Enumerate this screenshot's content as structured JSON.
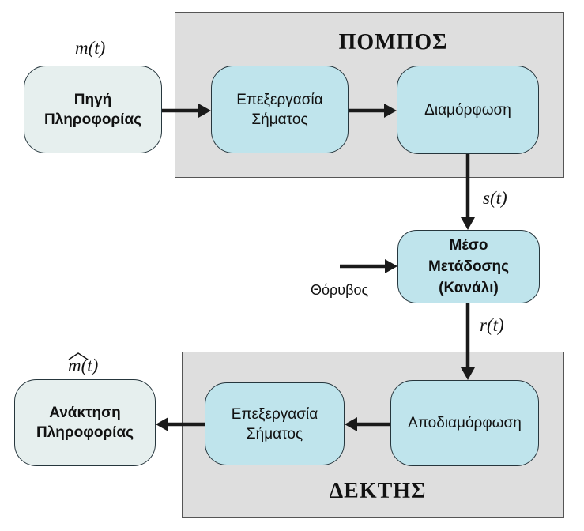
{
  "transmitter": {
    "title": "ΠΟΜΠΟΣ"
  },
  "receiver": {
    "title": "ΔΕΚΤΗΣ"
  },
  "blocks": {
    "source": {
      "lines": [
        "Πηγή",
        "Πληροφορίας"
      ]
    },
    "tx_processing": {
      "lines": [
        "Επεξεργασία",
        "Σήματος"
      ]
    },
    "modulation": {
      "lines": [
        "Διαμόρφωση"
      ]
    },
    "channel": {
      "lines": [
        "Μέσο",
        "Μετάδοσης",
        "(Κανάλι)"
      ]
    },
    "demodulation": {
      "lines": [
        "Αποδιαμόρφωση"
      ]
    },
    "rx_processing": {
      "lines": [
        "Επεξεργασία",
        "Σήματος"
      ]
    },
    "recovery": {
      "lines": [
        "Ανάκτηση",
        "Πληροφορίας"
      ]
    }
  },
  "signals": {
    "message": "m(t)",
    "transmitted": "s(t)",
    "received": "r(t)",
    "estimate": "m(t)"
  },
  "noise_label": "Θόρυβος",
  "colors": {
    "panel": "#dedede",
    "block": "#bfe4ec",
    "terminal": "#e6efee",
    "border": "#26363d",
    "arrow": "#1a1a1a"
  }
}
